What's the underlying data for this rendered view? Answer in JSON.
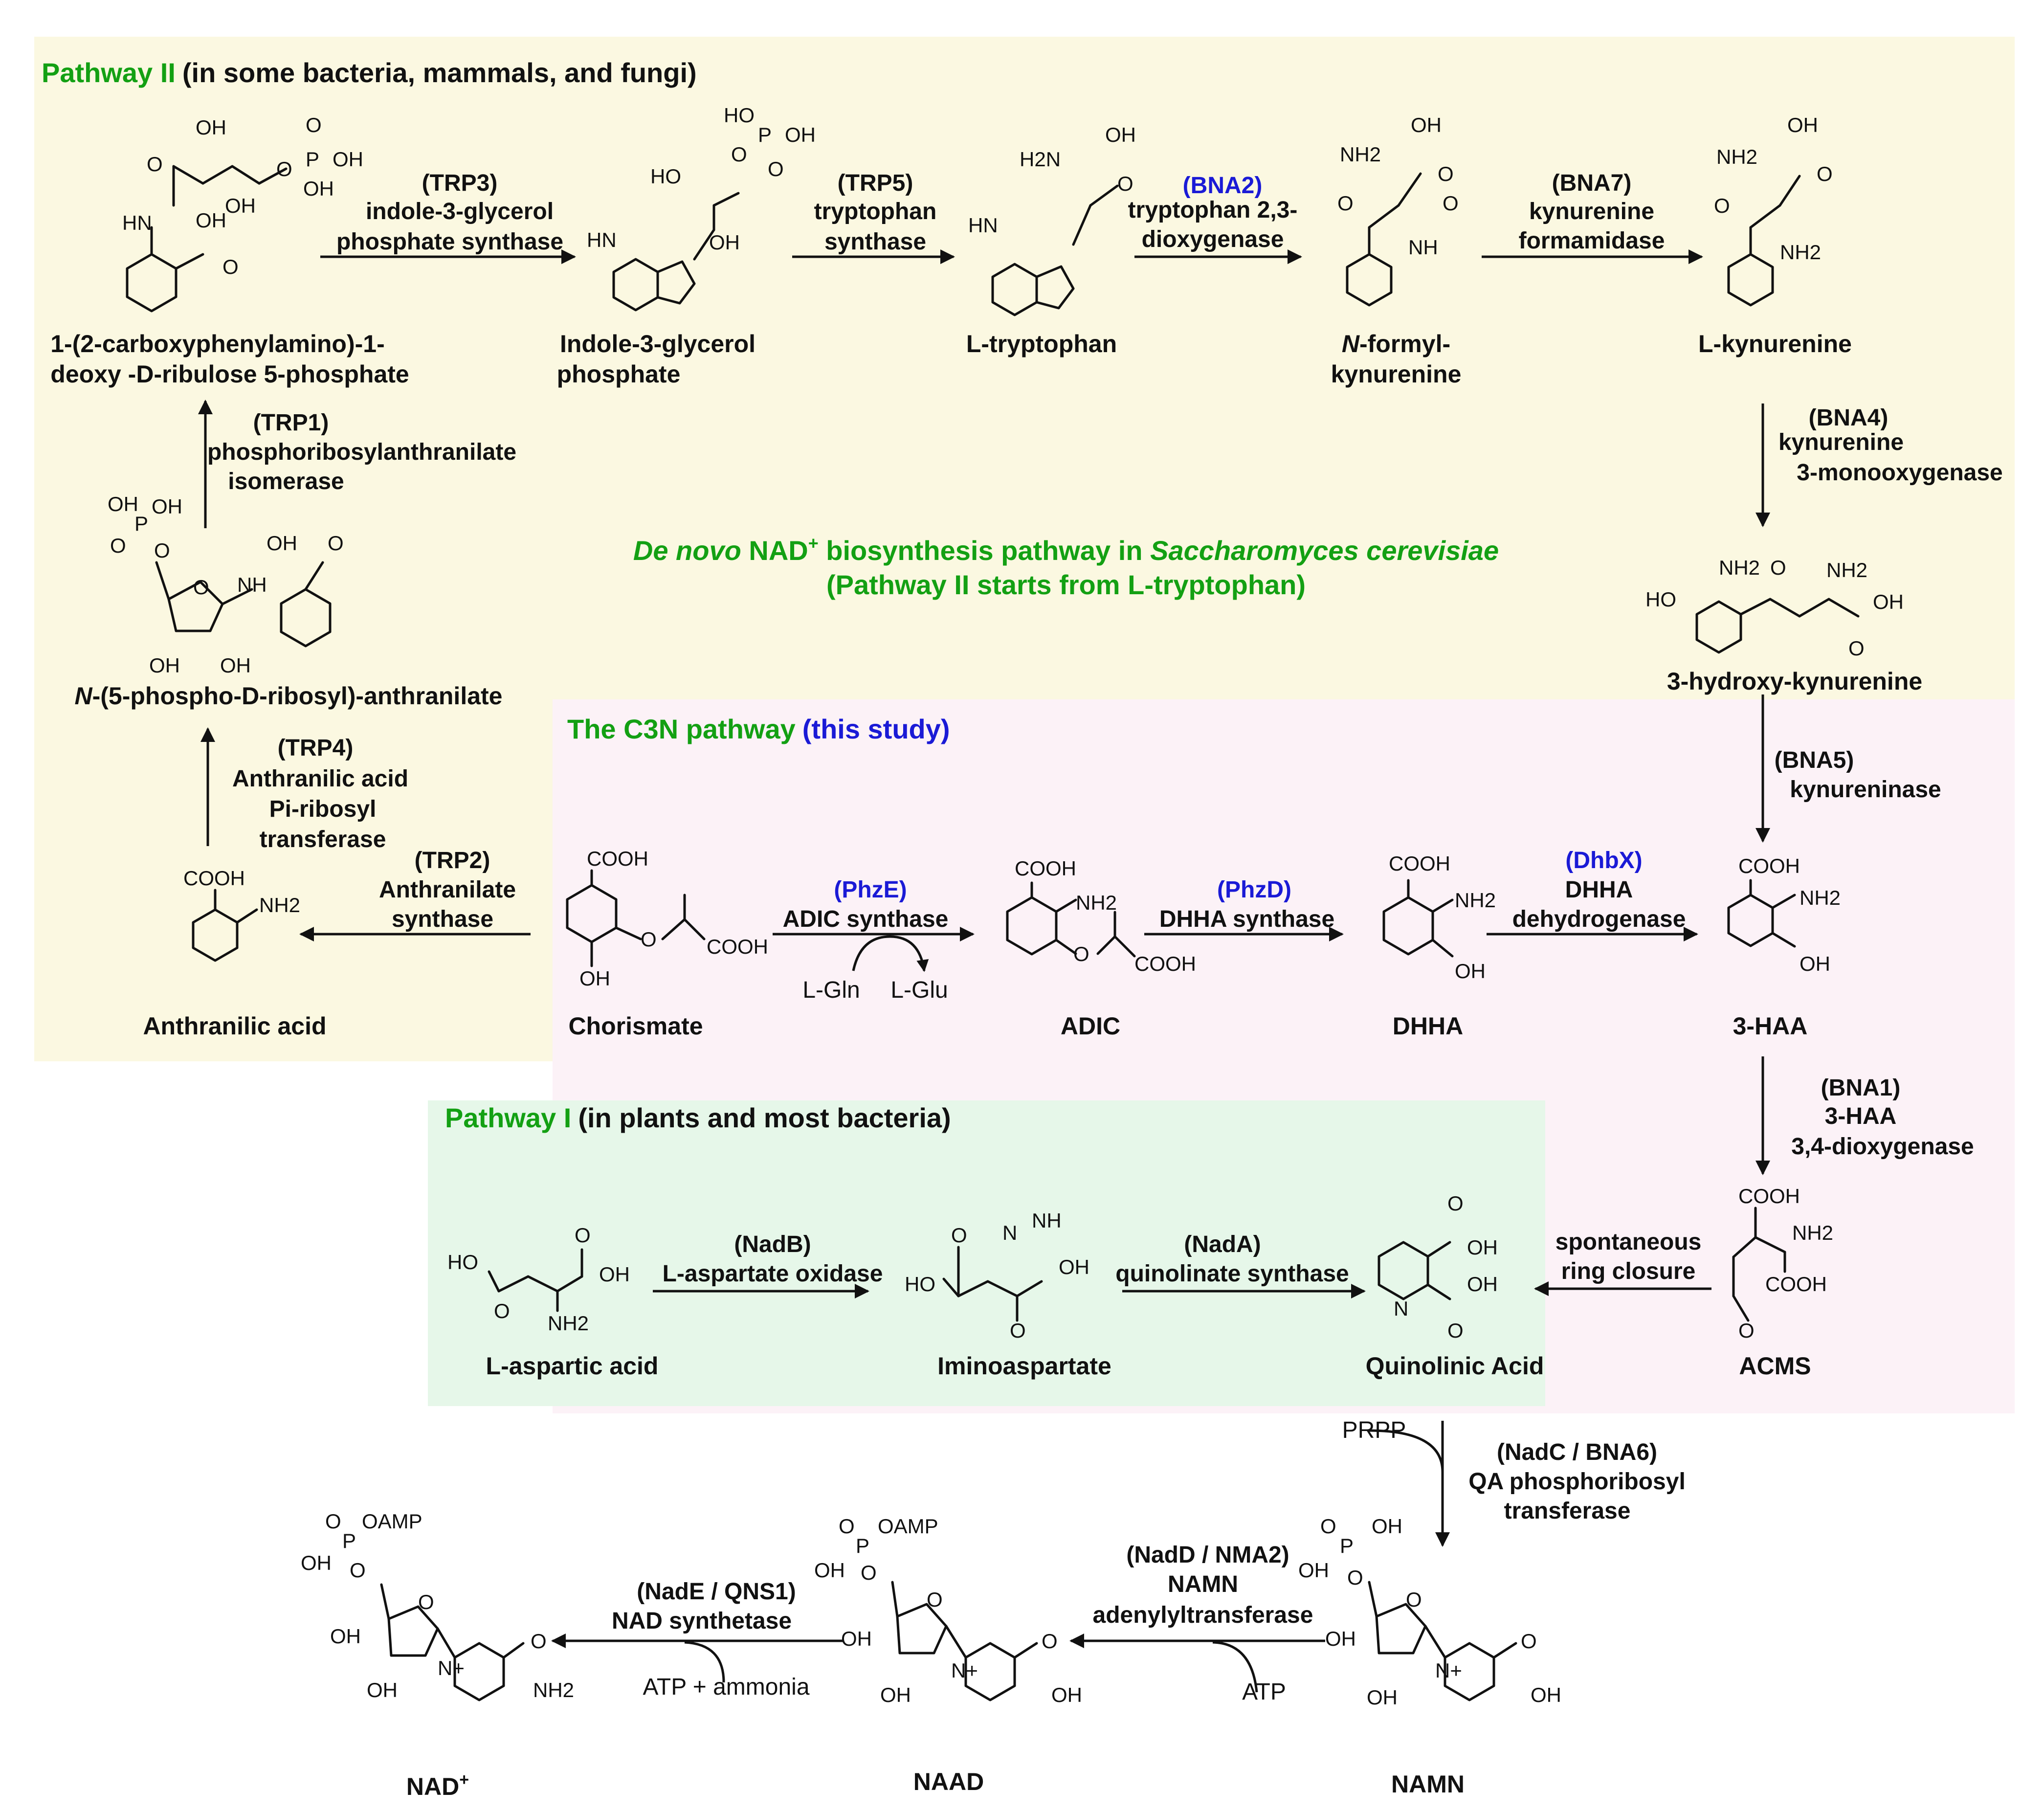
{
  "colors": {
    "pathway2_bg": "#fbf8e1",
    "c3n_bg": "#fcf2f7",
    "pathway1_bg": "#e6f7e9",
    "green_text": "#13a013",
    "blue_text": "#1a1ad6"
  },
  "titles": {
    "pathway2_prefix": "Pathway II",
    "pathway2_suffix": "(in some bacteria, mammals, and fungi)",
    "center_line1_a": "De novo",
    "center_line1_b": " NAD",
    "center_line1_sup": "+",
    "center_line1_c": " biosynthesis pathway in ",
    "center_line1_d": "Saccharomyces cerevisiae",
    "center_line2": "(Pathway II starts from L-tryptophan)",
    "c3n_prefix": "The C3N pathway",
    "c3n_suffix": "(this study)",
    "pathway1_prefix": "Pathway I",
    "pathway1_suffix": "(in plants and most bacteria)"
  },
  "compounds": {
    "cdrp_1": "1-(2-carboxyphenylamino)-1-",
    "cdrp_2": "deoxy -D-ribulose 5-phosphate",
    "igp_1": "Indole-3-glycerol",
    "igp_2": "phosphate",
    "trp": "L-tryptophan",
    "nfk_1a": "N",
    "nfk_1b": "-formyl-",
    "nfk_2": "kynurenine",
    "kyn": "L-kynurenine",
    "prpa_a": "N",
    "prpa_b": "-(5-phospho-D-ribosyl)-anthranilate",
    "hk": "3-hydroxy-kynurenine",
    "anth": "Anthranilic acid",
    "chor": "Chorismate",
    "adic": "ADIC",
    "dhha": "DHHA",
    "haa": "3-HAA",
    "asp": "L-aspartic acid",
    "imino": "Iminoaspartate",
    "quin": "Quinolinic Acid",
    "acms": "ACMS",
    "nad": "NAD",
    "nad_sup": "+",
    "naad": "NAAD",
    "namn": "NAMN"
  },
  "enzymes": {
    "trp3_1": "(TRP3)",
    "trp3_2": "indole-3-glycerol",
    "trp3_3": "phosphate synthase",
    "trp5_1": "(TRP5)",
    "trp5_2": "tryptophan",
    "trp5_3": "synthase",
    "bna2_1": "(BNA2)",
    "bna2_2": "tryptophan 2,3-",
    "bna2_3": "dioxygenase",
    "bna7_1": "(BNA7)",
    "bna7_2": "kynurenine",
    "bna7_3": "formamidase",
    "trp1_1": "(TRP1)",
    "trp1_2": "phosphoribosylanthranilate",
    "trp1_3": "isomerase",
    "bna4_1": "(BNA4)",
    "bna4_2": "kynurenine",
    "bna4_3": "3-monooxygenase",
    "trp4_1": "(TRP4)",
    "trp4_2": "Anthranilic acid",
    "trp4_3": "Pi-ribosyl",
    "trp4_4": "transferase",
    "trp2_1": "(TRP2)",
    "trp2_2": "Anthranilate",
    "trp2_3": "synthase",
    "bna5_1": "(BNA5)",
    "bna5_2": "kynureninase",
    "phze_1": "(PhzE)",
    "phze_2": "ADIC synthase",
    "lgln": "L-Gln",
    "lglu": "L-Glu",
    "phzd_1": "(PhzD)",
    "phzd_2": "DHHA synthase",
    "dhbx_1": "(DhbX)",
    "dhbx_2": "DHHA",
    "dhbx_3": "dehydrogenase",
    "bna1_1": "(BNA1)",
    "bna1_2": "3-HAA",
    "bna1_3": "3,4-dioxygenase",
    "nadb_1": "(NadB)",
    "nadb_2": "L-aspartate oxidase",
    "nada_1": "(NadA)",
    "nada_2": "quinolinate synthase",
    "spont_1": "spontaneous",
    "spont_2": "ring closure",
    "prpp": "PRPP",
    "nadc_1": "(NadC / BNA6)",
    "nadc_2": "QA phosphoribosyl",
    "nadc_3": "transferase",
    "nadd_1": "(NadD / NMA2)",
    "nadd_2": "NAMN",
    "nadd_3": "adenylyltransferase",
    "atp": "ATP",
    "nade_1": "(NadE / QNS1)",
    "nade_2": "NAD synthetase",
    "atp_ammonia": "ATP + ammonia"
  },
  "atoms": {
    "cooh": "COOH",
    "oh": "OH",
    "ho": "HO",
    "o": "O",
    "p": "P",
    "hn": "HN",
    "nh": "NH",
    "n": "N",
    "nplus": "N+",
    "nh2": "NH2",
    "h2n": "H2N",
    "oamp": "OAMP"
  }
}
